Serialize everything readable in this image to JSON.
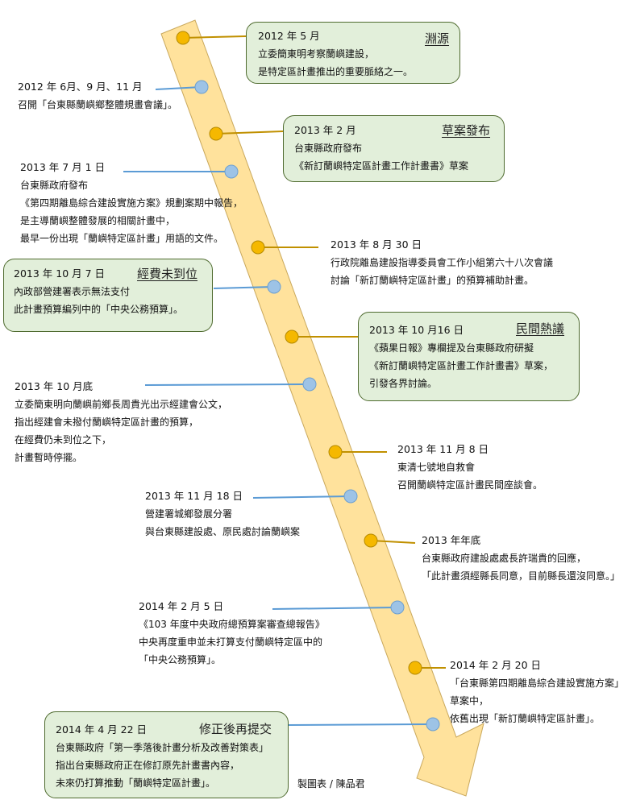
{
  "colors": {
    "arrow_fill": "#FFE29C",
    "arrow_stroke": "#C9A85C",
    "orange_dot": "#F5B800",
    "blue_dot": "#9DC3E6",
    "orange_line": "#C09000",
    "blue_line": "#5B9BD5",
    "box_fill": "#E2EFDA",
    "box_border": "#4F6B2F"
  },
  "events": [
    {
      "date": "2012 年 5 月",
      "lines": [
        "立委簡東明考察蘭嶼建設，",
        "是特定區計畫推出的重要脈絡之一。"
      ],
      "tag": "淵源",
      "dot": "orange"
    },
    {
      "date": "2012 年 6月、9 月、11 月",
      "lines": [
        "召開「台東縣蘭嶼鄉整體規畫會議」。"
      ],
      "dot": "blue"
    },
    {
      "date": "2013 年 2 月",
      "lines": [
        "台東縣政府發布",
        "《新訂蘭嶼特定區計畫工作計畫書》草案"
      ],
      "tag": "草案發布",
      "dot": "orange"
    },
    {
      "date": "2013 年 7 月 1 日",
      "lines": [
        "台東縣政府發布",
        "《第四期離島綜合建設實施方案》規劃案期中報告，",
        "是主導蘭嶼整體發展的相關計畫中，",
        "最早一份出現「蘭嶼特定區計畫」用語的文件。"
      ],
      "dot": "blue"
    },
    {
      "date": "2013 年 8 月 30 日",
      "lines": [
        "行政院離島建設指導委員會工作小組第六十八次會議",
        "討論「新訂蘭嶼特定區計畫」的預算補助計畫。"
      ],
      "dot": "orange"
    },
    {
      "date": "2013 年 10 月 7 日",
      "lines": [
        "內政部營建署表示無法支付",
        "此計畫預算編列中的「中央公務預算」。"
      ],
      "tag": "經費未到位",
      "dot": "blue"
    },
    {
      "date": "2013 年 10 月16 日",
      "lines": [
        "《蘋果日報》專欄提及台東縣政府研擬",
        "《新訂蘭嶼特定區計畫工作計畫書》草案，",
        "引發各界討論。"
      ],
      "tag": "民間熱議",
      "dot": "orange"
    },
    {
      "date": "2013 年 10 月底",
      "lines": [
        "立委簡東明向蘭嶼前鄉長周貴光出示經建會公文，",
        "指出經建會未撥付蘭嶼特定區計畫的預算，",
        "在經費仍未到位之下，",
        "計畫暫時停擺。"
      ],
      "dot": "blue"
    },
    {
      "date": "2013 年 11 月 8 日",
      "lines": [
        "東清七號地自救會",
        "召開蘭嶼特定區計畫民間座談會。"
      ],
      "dot": "orange"
    },
    {
      "date": "2013 年 11 月 18 日",
      "lines": [
        "營建署城鄉發展分署",
        "與台東縣建設處、原民處討論蘭嶼案"
      ],
      "dot": "blue"
    },
    {
      "date": "2013 年年底",
      "lines": [
        "台東縣政府建設處處長許瑞貴的回應，",
        "「此計畫須經縣長同意，目前縣長還沒同意。」"
      ],
      "dot": "orange"
    },
    {
      "date": "2014 年 2 月 5 日",
      "lines": [
        "《103 年度中央政府總預算案審查總報告》",
        "中央再度重申並未打算支付蘭嶼特定區中的",
        "「中央公務預算」。"
      ],
      "dot": "blue"
    },
    {
      "date": "2014 年 2 月 20 日",
      "lines": [
        "「台東縣第四期離島綜合建設實施方案」",
        "草案中，",
        "依舊出現「新訂蘭嶼特定區計畫」。"
      ],
      "dot": "orange"
    },
    {
      "date": "2014 年 4 月 22 日",
      "lines": [
        "台東縣政府「第一季落後計畫分析及改善對策表」",
        "指出台東縣政府正在修訂原先計畫書內容，",
        "未來仍打算推動「蘭嶼特定區計畫」。"
      ],
      "tag": "修正後再提交",
      "dot": "blue"
    }
  ],
  "credit": "製圖表 / 陳品君"
}
